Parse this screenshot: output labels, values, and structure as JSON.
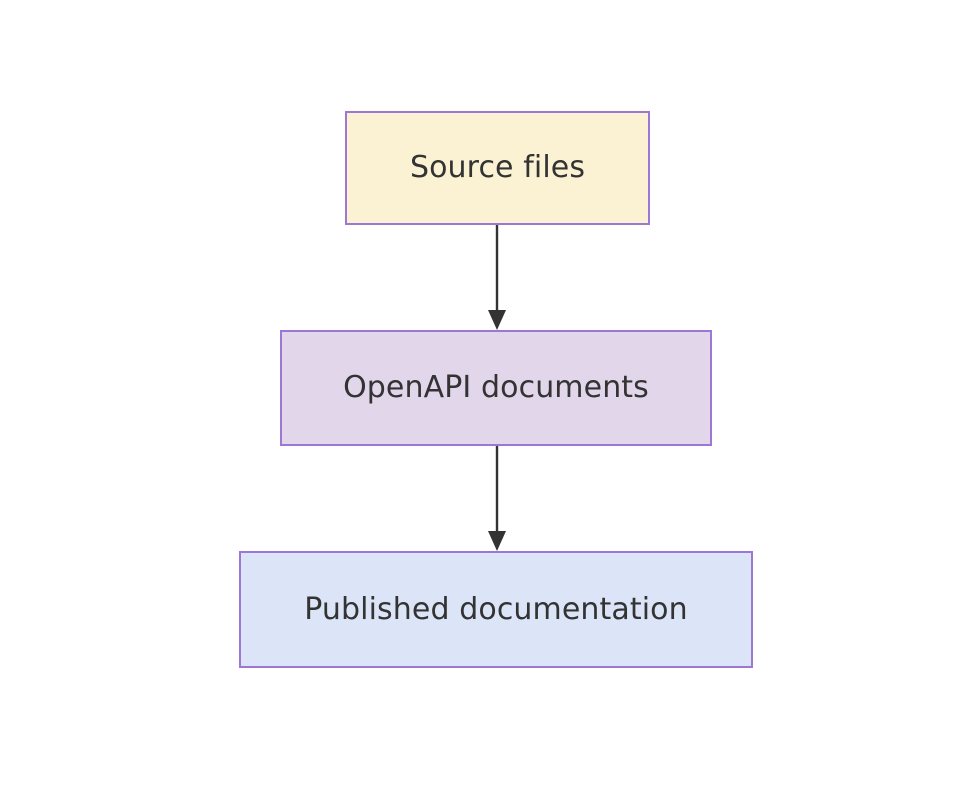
{
  "diagram": {
    "type": "flowchart",
    "direction": "top-to-bottom",
    "background_color": "#ffffff",
    "nodes": [
      {
        "id": "source-files",
        "label": "Source files",
        "fill_color": "#fbf2d4",
        "border_color": "#9d76d6",
        "text_color": "#333333"
      },
      {
        "id": "openapi-documents",
        "label": "OpenAPI documents",
        "fill_color": "#e2d6ea",
        "border_color": "#9d76d6",
        "text_color": "#333333"
      },
      {
        "id": "published-documentation",
        "label": "Published documentation",
        "fill_color": "#dce5f8",
        "border_color": "#9d76d6",
        "text_color": "#333333"
      }
    ],
    "edges": [
      {
        "id": "edge-source-to-openapi",
        "from": "source-files",
        "to": "openapi-documents",
        "label": "",
        "color": "#333333",
        "arrowhead": "filled-triangle"
      },
      {
        "id": "edge-openapi-to-published",
        "from": "openapi-documents",
        "to": "published-documentation",
        "label": "",
        "color": "#333333",
        "arrowhead": "filled-triangle"
      }
    ]
  }
}
